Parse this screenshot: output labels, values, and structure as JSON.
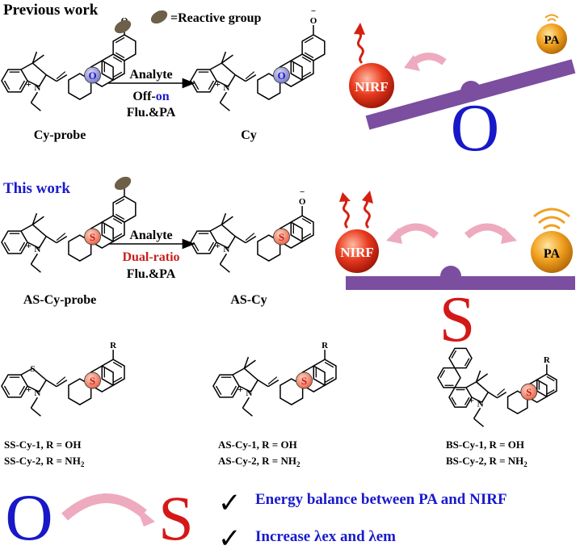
{
  "previous": {
    "heading": "Previous work",
    "legend_label": "=Reactive group",
    "arrow_top": "Analyte",
    "arrow_mid_a": "Off-",
    "arrow_mid_b": "on",
    "arrow_bottom": "Flu.&PA",
    "probe_name": "Cy-probe",
    "product_name": "Cy",
    "core_atom": "O",
    "seesaw_left": "NIRF",
    "seesaw_right": "PA",
    "seesaw_letter": "O"
  },
  "thiswork": {
    "heading": "This work",
    "arrow_top": "Analyte",
    "arrow_mid": "Dual-ratio",
    "arrow_bottom": "Flu.&PA",
    "probe_name": "AS-Cy-probe",
    "product_name": "AS-Cy",
    "core_atom": "S",
    "seesaw_left": "NIRF",
    "seesaw_right": "PA",
    "seesaw_letter": "S"
  },
  "variants": [
    {
      "sub": "R",
      "atom": "S",
      "ring_atom": "S",
      "line1": "SS-Cy-1, R = OH",
      "line2a": "SS-Cy-2, R = NH",
      "line2b": "2"
    },
    {
      "sub": "R",
      "atom": "S",
      "ring_atom": "N",
      "line1": "AS-Cy-1, R = OH",
      "line2a": "AS-Cy-2, R = NH",
      "line2b": "2"
    },
    {
      "sub": "R",
      "atom": "S",
      "ring_atom": "N",
      "line1": "BS-Cy-1, R = OH",
      "line2a": "BS-Cy-2, R = NH",
      "line2b": "2"
    }
  ],
  "atoms": {
    "oxygen": "O",
    "oxide": "O",
    "nitrogen": "N",
    "plus": "+",
    "minus": "−"
  },
  "bottom": {
    "from_letter": "O",
    "to_letter": "S",
    "check1": "Energy balance between PA and NIRF",
    "check2": "Increase λex and λem",
    "check_glyph": "✓"
  },
  "colors": {
    "heading_blue": "#1a1acc",
    "dual_red": "#c81e1e",
    "seesaw_purple": "#7b4ea0",
    "nirf_red": "#e83a1e",
    "pa_orange": "#f0a020",
    "letter_o_blue": "#1818c8",
    "letter_s_red": "#d41818",
    "arrow_pink": "#eeaabf",
    "reactive_brown": "#6e5f48"
  }
}
